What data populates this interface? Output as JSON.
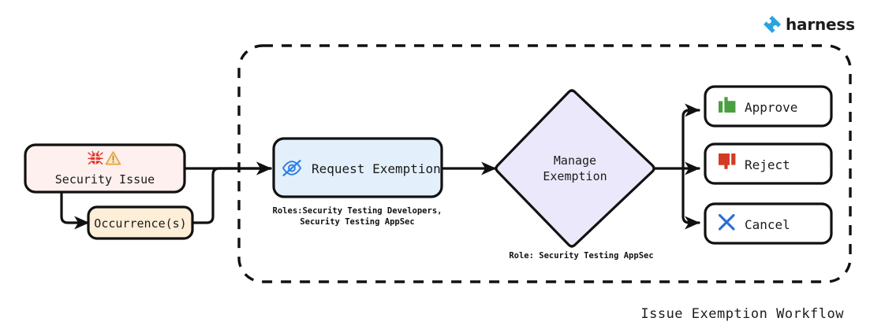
{
  "brand": {
    "name": "harness",
    "logo_icon": "harness-diamond-logo-icon",
    "logo_color": "#29a4e0"
  },
  "diagram": {
    "title": "Issue Exemption Workflow",
    "type": "flowchart",
    "container": {
      "style": "dashed-rounded-rectangle",
      "name": "exemption-scope-boundary"
    },
    "nodes": [
      {
        "id": "security-issue",
        "label": "Security Issue",
        "shape": "rounded-rect",
        "fill": "#fdf0ee",
        "stroke": "#111111",
        "icons": [
          "bug-icon",
          "warning-triangle-icon"
        ],
        "inside_container": false
      },
      {
        "id": "occurrences",
        "label": "Occurrence(s)",
        "shape": "rounded-rect",
        "fill": "#fdeed8",
        "stroke": "#111111",
        "icons": [],
        "inside_container": false
      },
      {
        "id": "request-exemption",
        "label": "Request Exemption",
        "shape": "rounded-rect",
        "fill": "#e3f0fc",
        "stroke": "#111111",
        "icons": [
          "eye-slash-icon"
        ],
        "caption_line1": "Roles:Security Testing Developers,",
        "caption_line2": "Security Testing AppSec",
        "inside_container": true
      },
      {
        "id": "manage-exemption",
        "label_line1": "Manage",
        "label_line2": "Exemption",
        "shape": "diamond",
        "fill": "#ece8fb",
        "stroke": "#111111",
        "caption": "Role: Security Testing AppSec",
        "inside_container": true
      },
      {
        "id": "approve",
        "label": "Approve",
        "shape": "rounded-rect",
        "fill": "#ffffff",
        "stroke": "#111111",
        "icon": "thumbs-up-icon",
        "icon_color": "#4aa council",
        "inside_container": true
      },
      {
        "id": "reject",
        "label": "Reject",
        "shape": "rounded-rect",
        "fill": "#ffffff",
        "stroke": "#111111",
        "icon": "thumbs-down-icon",
        "inside_container": true
      },
      {
        "id": "cancel",
        "label": "Cancel",
        "shape": "rounded-rect",
        "fill": "#ffffff",
        "stroke": "#111111",
        "icon": "close-x-icon",
        "inside_container": true
      }
    ],
    "edges": [
      {
        "from": "security-issue",
        "to": "request-exemption",
        "arrow": true
      },
      {
        "from": "security-issue",
        "to": "occurrences",
        "arrow": true
      },
      {
        "from": "occurrences",
        "to": "request-exemption",
        "arrow": true
      },
      {
        "from": "request-exemption",
        "to": "manage-exemption",
        "arrow": true
      },
      {
        "from": "manage-exemption",
        "to": "approve",
        "arrow": true
      },
      {
        "from": "manage-exemption",
        "to": "reject",
        "arrow": true
      },
      {
        "from": "manage-exemption",
        "to": "cancel",
        "arrow": true
      }
    ],
    "colors": {
      "approve_icon": "#4a9f3f",
      "reject_icon": "#d43b24",
      "cancel_icon": "#2b6cdb",
      "eye_slash_icon": "#2f7de1",
      "bug_icon": "#e03a2f",
      "warning_icon": "#e8a33d",
      "edge": "#101010"
    }
  }
}
